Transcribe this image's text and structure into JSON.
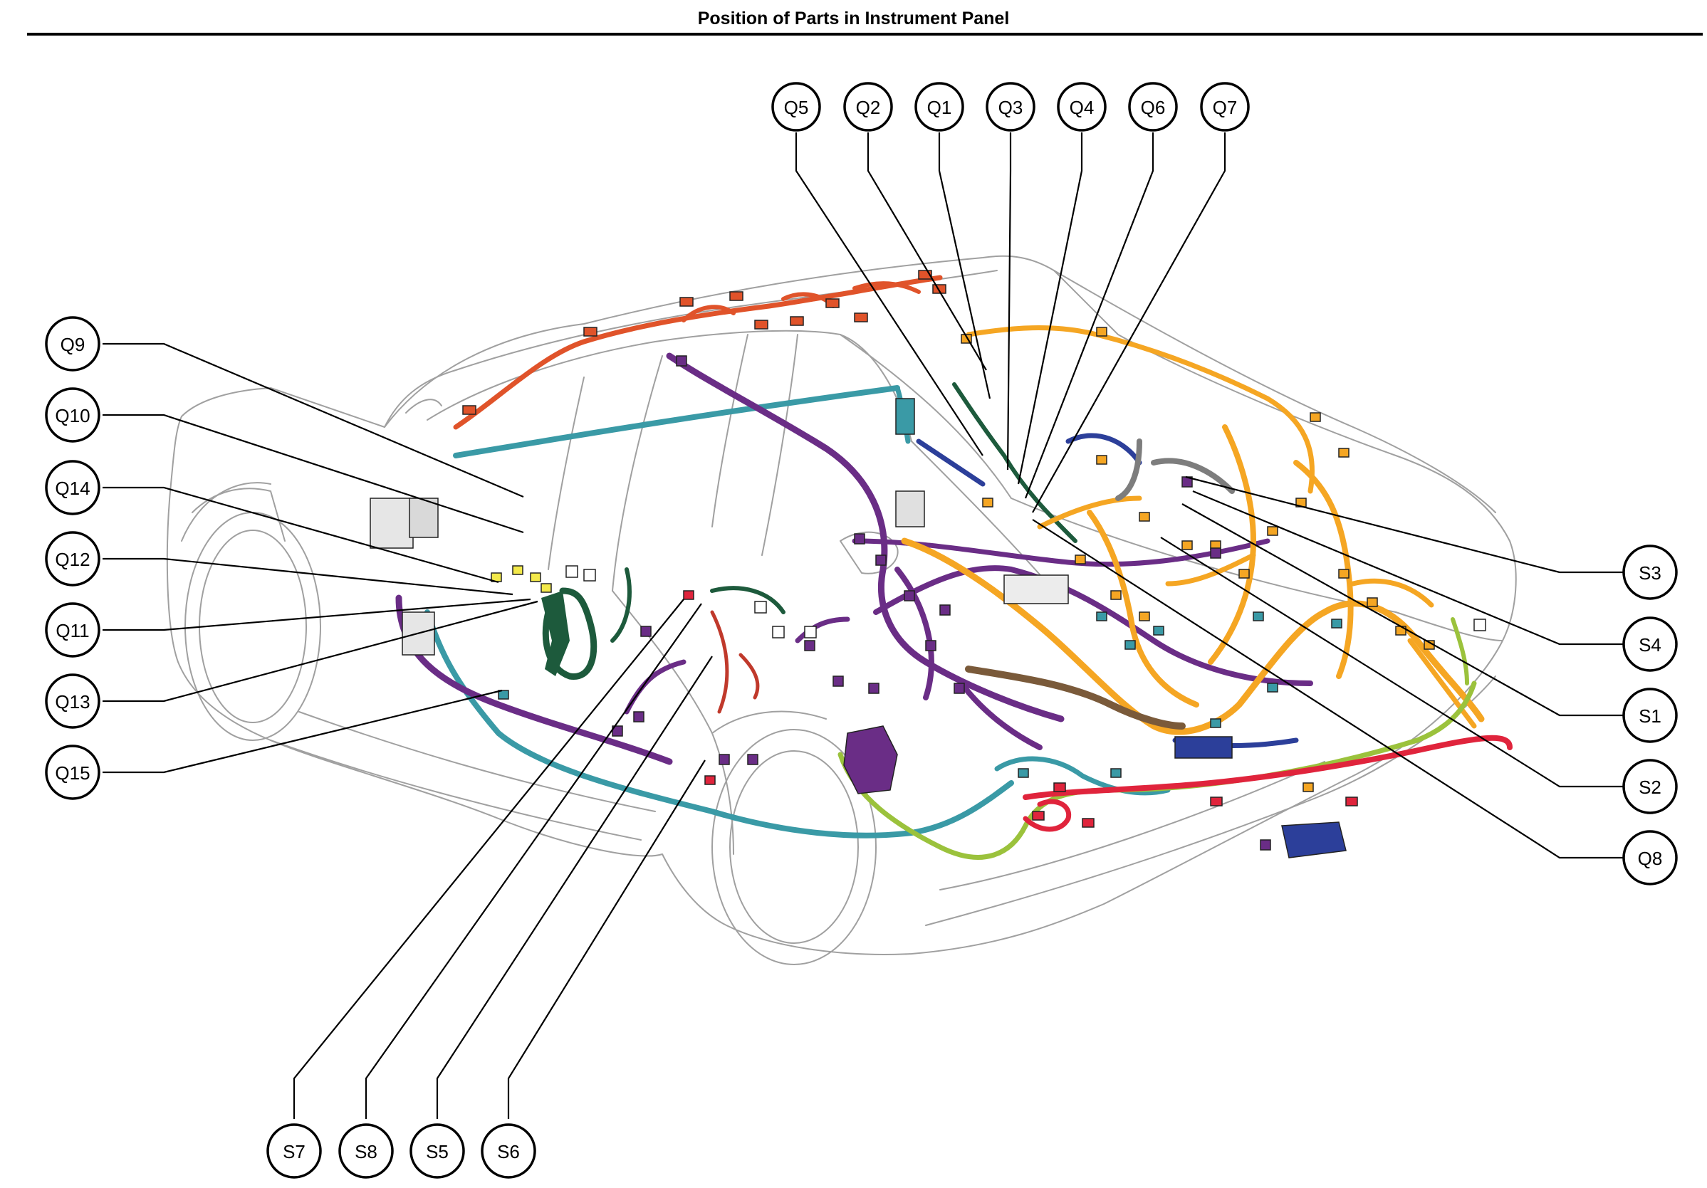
{
  "page": {
    "title": "Position of Parts in Instrument Panel"
  },
  "colors": {
    "car_outline": "#a0a0a0",
    "purple": "#6a2d86",
    "orange_yellow": "#f5a623",
    "teal": "#3a9aa6",
    "dark_green": "#1d5a3c",
    "lime": "#9bc23c",
    "red": "#e0243c",
    "orange_red": "#e0532a",
    "navy": "#2c3f9a",
    "brown": "#7a5a3a",
    "gray": "#7d7d7d"
  },
  "callouts": [
    {
      "id": "q5",
      "label": "Q5"
    },
    {
      "id": "q2",
      "label": "Q2"
    },
    {
      "id": "q1",
      "label": "Q1"
    },
    {
      "id": "q3",
      "label": "Q3"
    },
    {
      "id": "q4",
      "label": "Q4"
    },
    {
      "id": "q6",
      "label": "Q6"
    },
    {
      "id": "q7",
      "label": "Q7"
    },
    {
      "id": "q9",
      "label": "Q9"
    },
    {
      "id": "q10",
      "label": "Q10"
    },
    {
      "id": "q14",
      "label": "Q14"
    },
    {
      "id": "q12",
      "label": "Q12"
    },
    {
      "id": "q11",
      "label": "Q11"
    },
    {
      "id": "q13",
      "label": "Q13"
    },
    {
      "id": "q15",
      "label": "Q15"
    },
    {
      "id": "s3",
      "label": "S3"
    },
    {
      "id": "s4",
      "label": "S4"
    },
    {
      "id": "s1",
      "label": "S1"
    },
    {
      "id": "s2",
      "label": "S2"
    },
    {
      "id": "q8",
      "label": "Q8"
    },
    {
      "id": "s7",
      "label": "S7"
    },
    {
      "id": "s8",
      "label": "S8"
    },
    {
      "id": "s5",
      "label": "S5"
    },
    {
      "id": "s6",
      "label": "S6"
    }
  ]
}
